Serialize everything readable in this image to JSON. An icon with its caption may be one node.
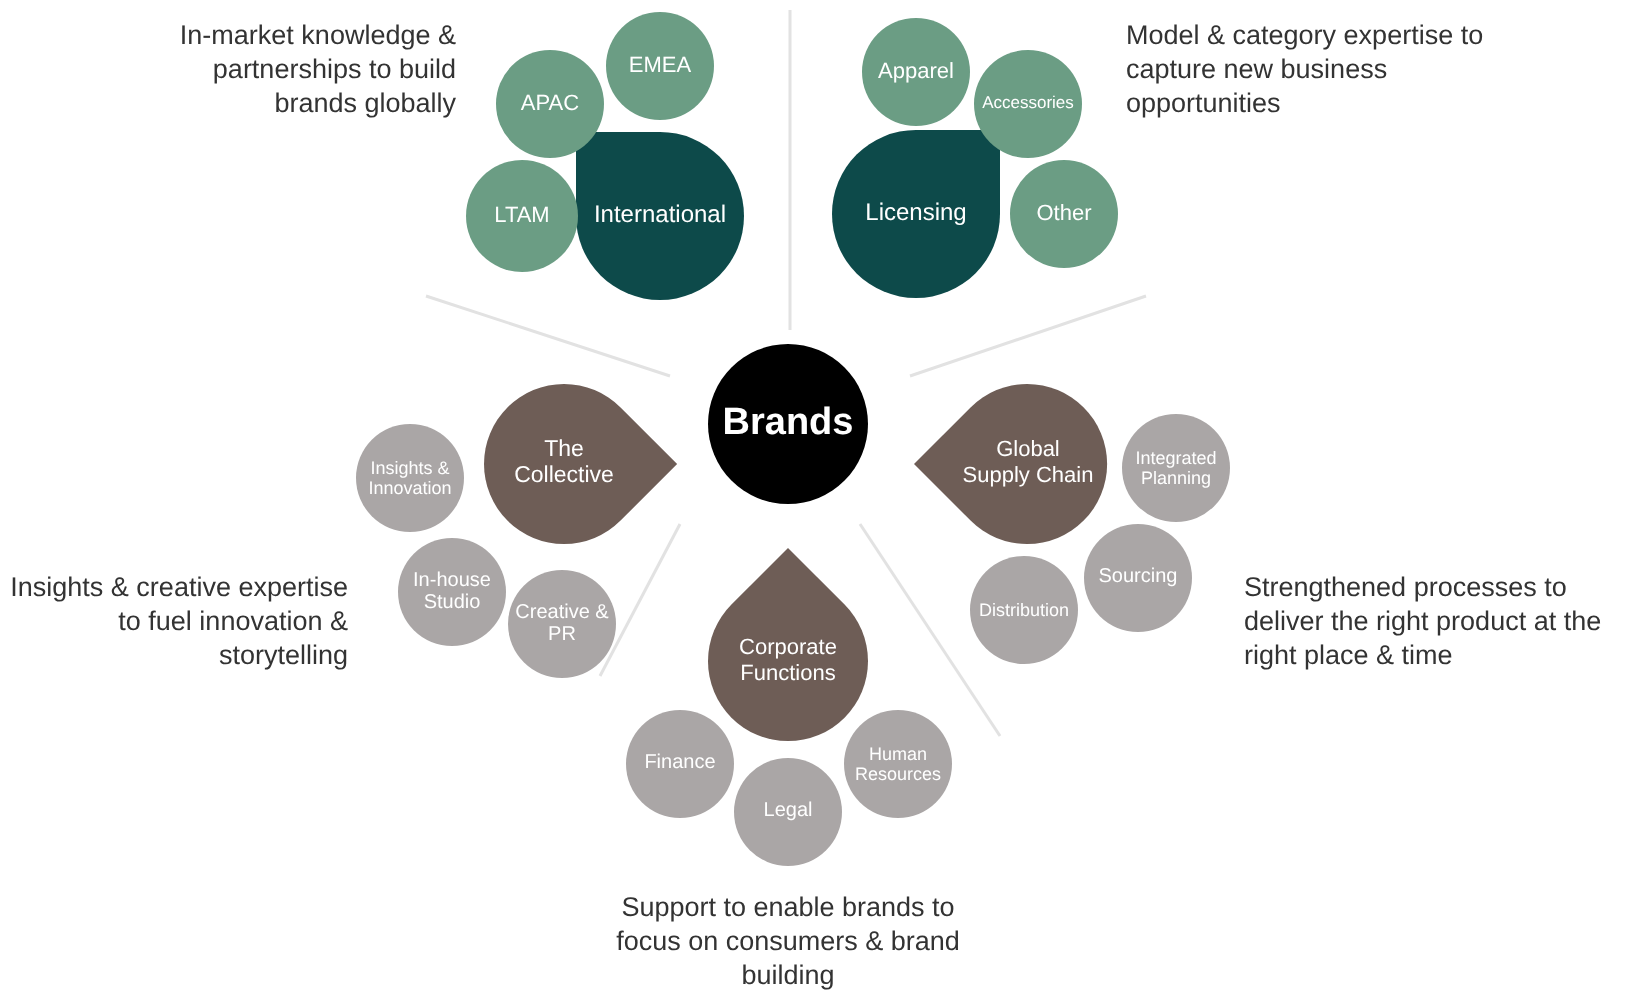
{
  "diagram": {
    "nodes": [
      {
        "text": [
          "International"
        ]
      },
      {
        "text": [
          "APAC"
        ]
      },
      {
        "text": [
          "EMEA"
        ]
      },
      {
        "text": [
          "LTAM"
        ]
      },
      {
        "text": [
          "Licensing"
        ]
      },
      {
        "text": [
          "Apparel"
        ]
      },
      {
        "text": [
          "Accessories"
        ]
      },
      {
        "text": [
          "Other"
        ]
      },
      {
        "text": [
          "Brands"
        ]
      },
      {
        "text": [
          "The Collective"
        ]
      },
      {
        "text": [
          "Insights & Innovation"
        ]
      },
      {
        "text": [
          "In-house Studio"
        ]
      },
      {
        "text": [
          "Creative & PR"
        ]
      },
      {
        "text": [
          "Global Supply Chain"
        ]
      },
      {
        "text": [
          "Integrated Planning"
        ]
      },
      {
        "text": [
          "Sourcing"
        ]
      },
      {
        "text": [
          "Distribution"
        ]
      },
      {
        "text": [
          "Corporate Functions"
        ]
      },
      {
        "text": [
          "Finance"
        ]
      },
      {
        "text": [
          "Legal"
        ]
      },
      {
        "text": [
          "Human Resources"
        ]
      }
    ],
    "labels": [
      "In-market knowledge & partnerships to build brands globally",
      "Model & category expertise to capture new business opportunities",
      "Insights & creative expertise to fuel innovation & storytelling",
      "Strengthened processes to deliver the right product at the right place & time",
      "Support to enable brands to focus on consumers & brand building"
    ]
  }
}
